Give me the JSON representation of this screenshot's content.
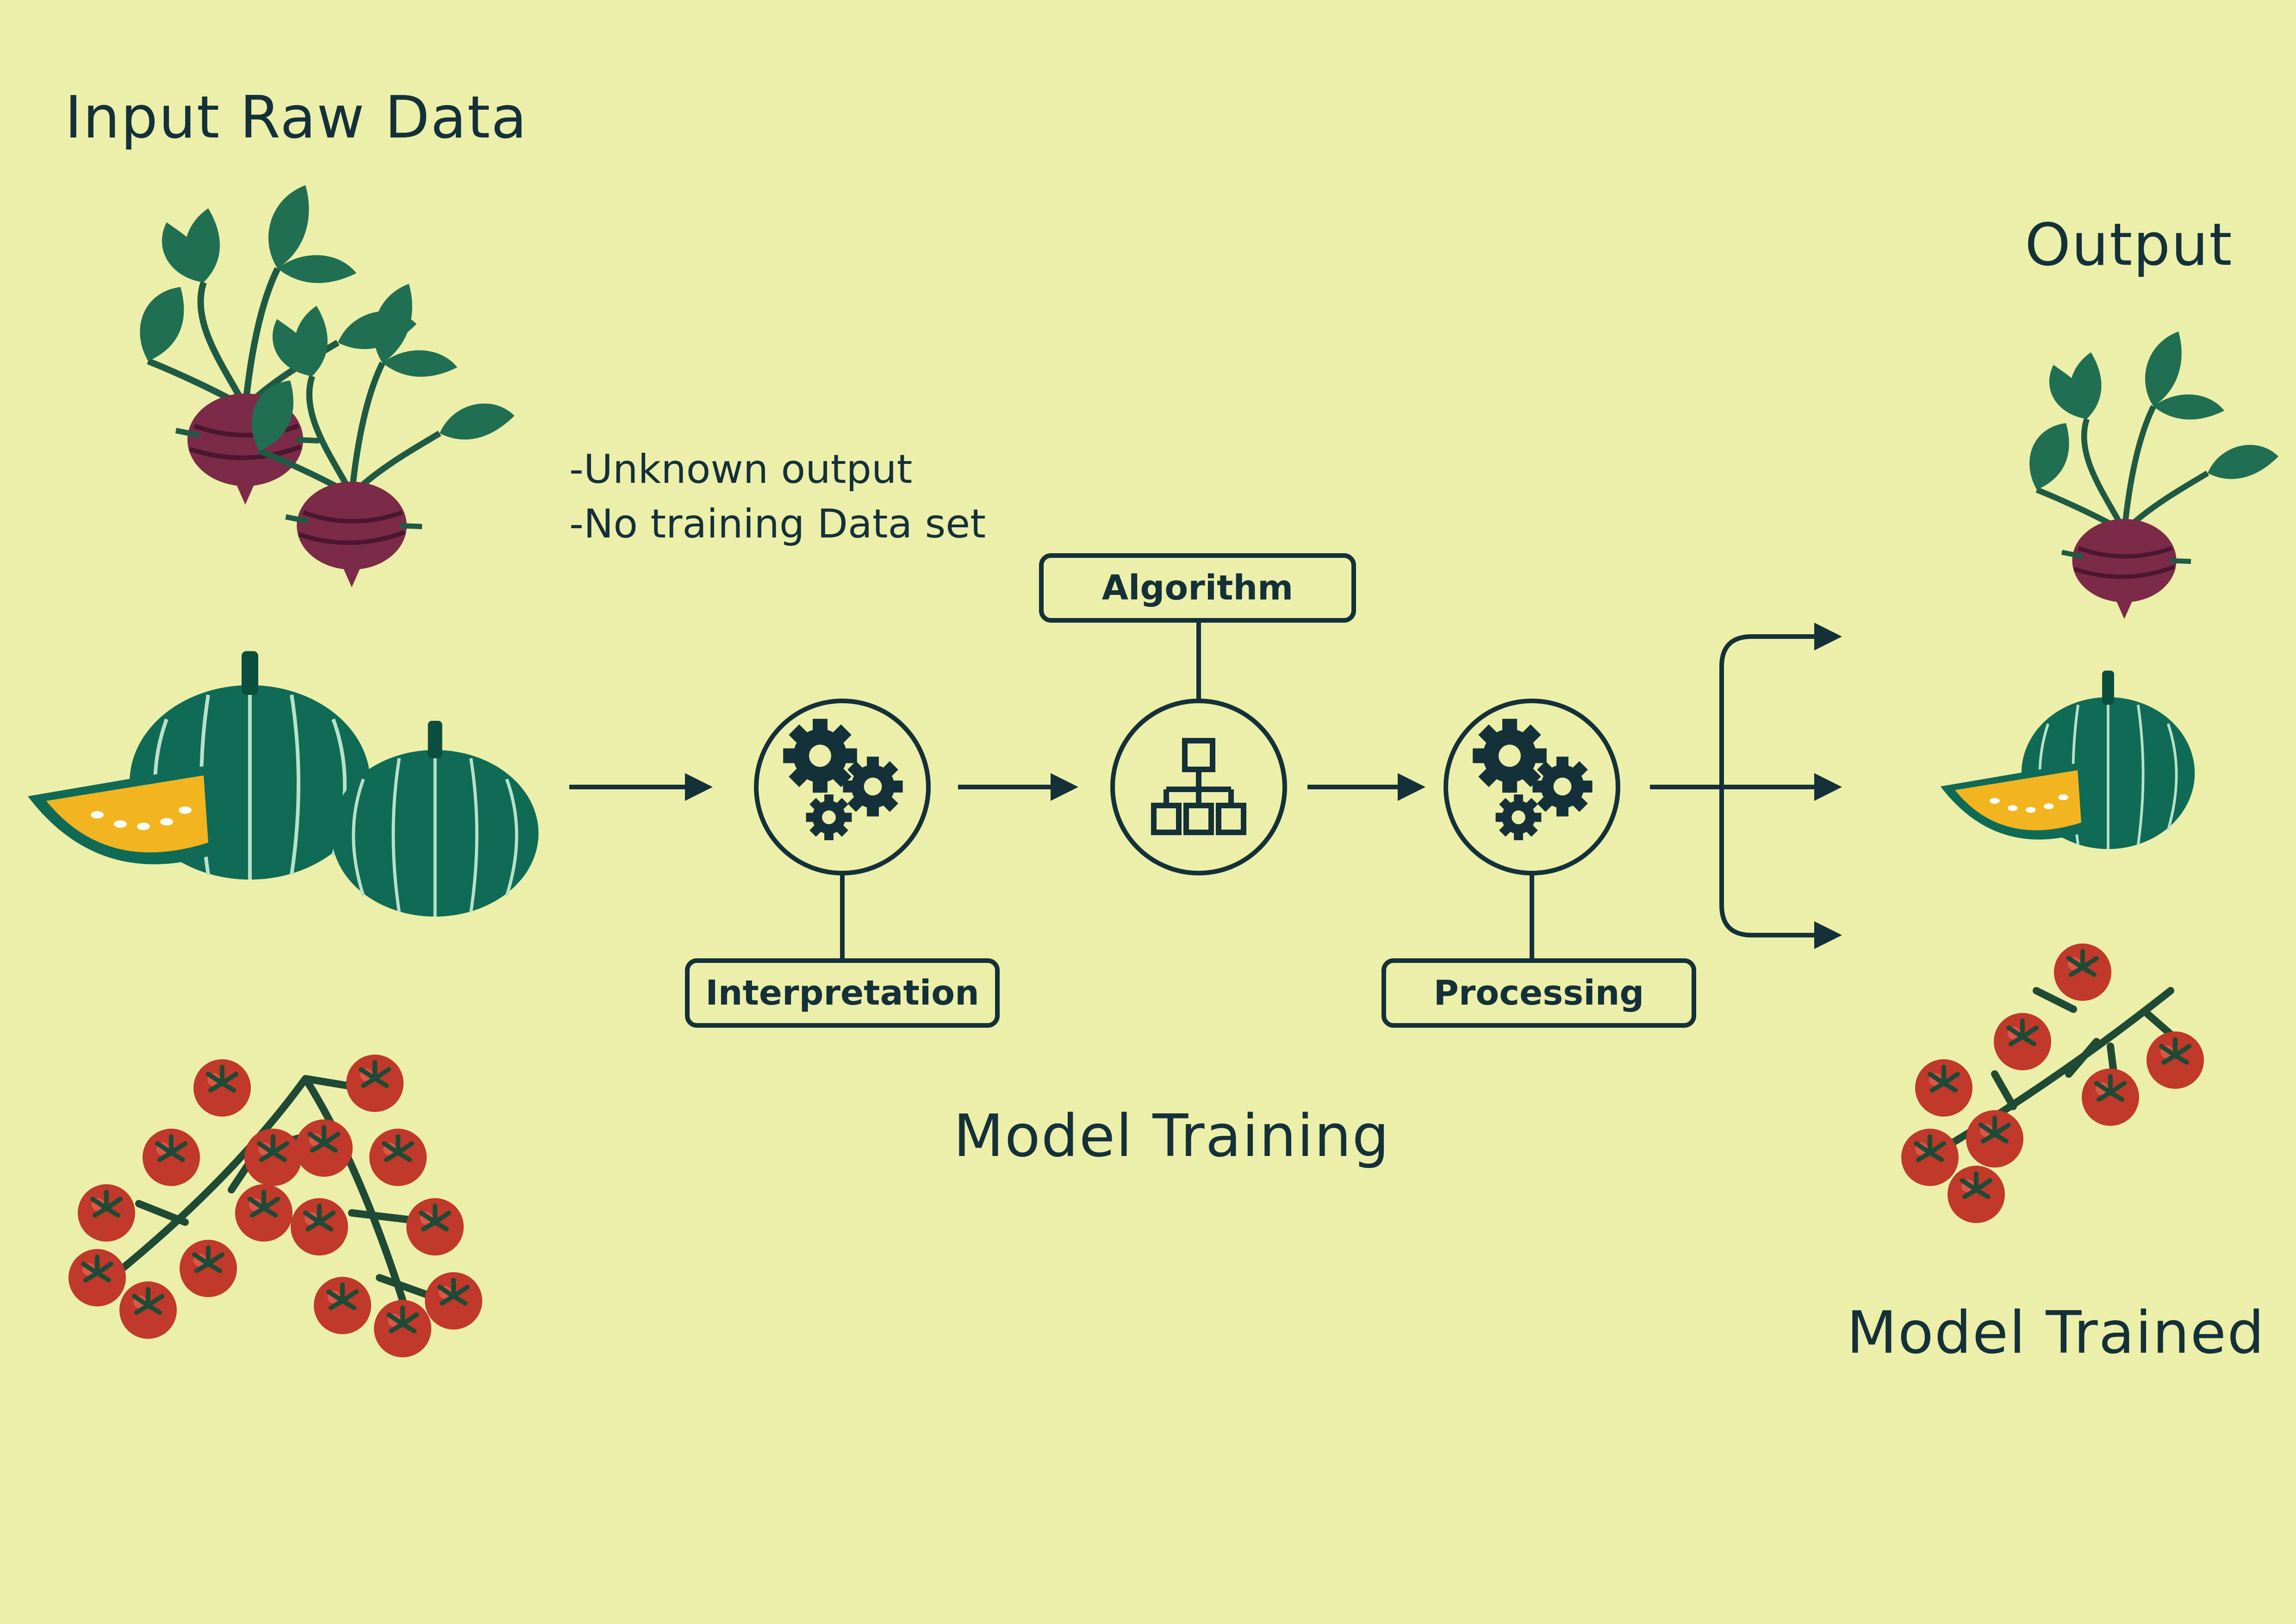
{
  "title_input": "Input Raw Data",
  "title_output": "Output",
  "notes": [
    "-Unknown output",
    "-No training Data set"
  ],
  "stages": {
    "algorithm": "Algorithm",
    "interpretation": "Interpretation",
    "processing": "Processing"
  },
  "caption_training": "Model Training",
  "caption_trained": "Model Trained",
  "colors": {
    "background": "#ecefa9",
    "ink": "#14313a",
    "leaf": "#216f52",
    "beet": "#7b2a48",
    "pumpkin": "#0f6b55",
    "pumpkin_flesh": "#f2b51f",
    "tomato": "#c0392b"
  }
}
